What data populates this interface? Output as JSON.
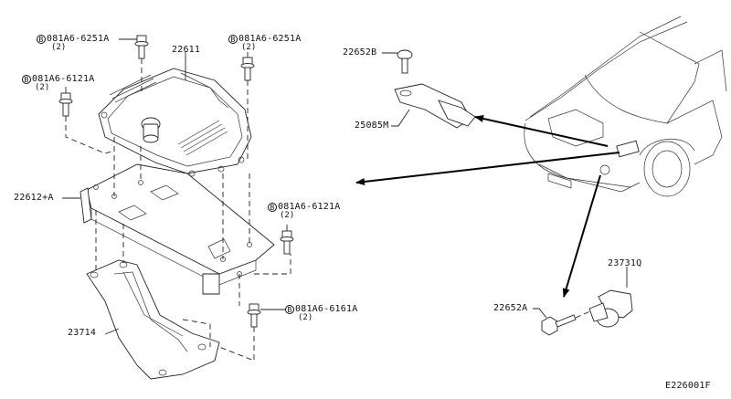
{
  "diagram": {
    "code": "E226001F",
    "bolt_marker": "B",
    "labels": {
      "ecm": "22611",
      "bracket": "22612+A",
      "support": "23714",
      "sensor_screw": "22652B",
      "sensor": "25085M",
      "cam_screw": "22652A",
      "cam_sensor": "23731Q"
    },
    "bolts": [
      {
        "part": "081A6-6251A",
        "qty": "(2)"
      },
      {
        "part": "081A6-6251A",
        "qty": "(2)"
      },
      {
        "part": "081A6-6121A",
        "qty": "(2)"
      },
      {
        "part": "081A6-6121A",
        "qty": "(2)"
      },
      {
        "part": "081A6-6161A",
        "qty": "(2)"
      }
    ]
  }
}
